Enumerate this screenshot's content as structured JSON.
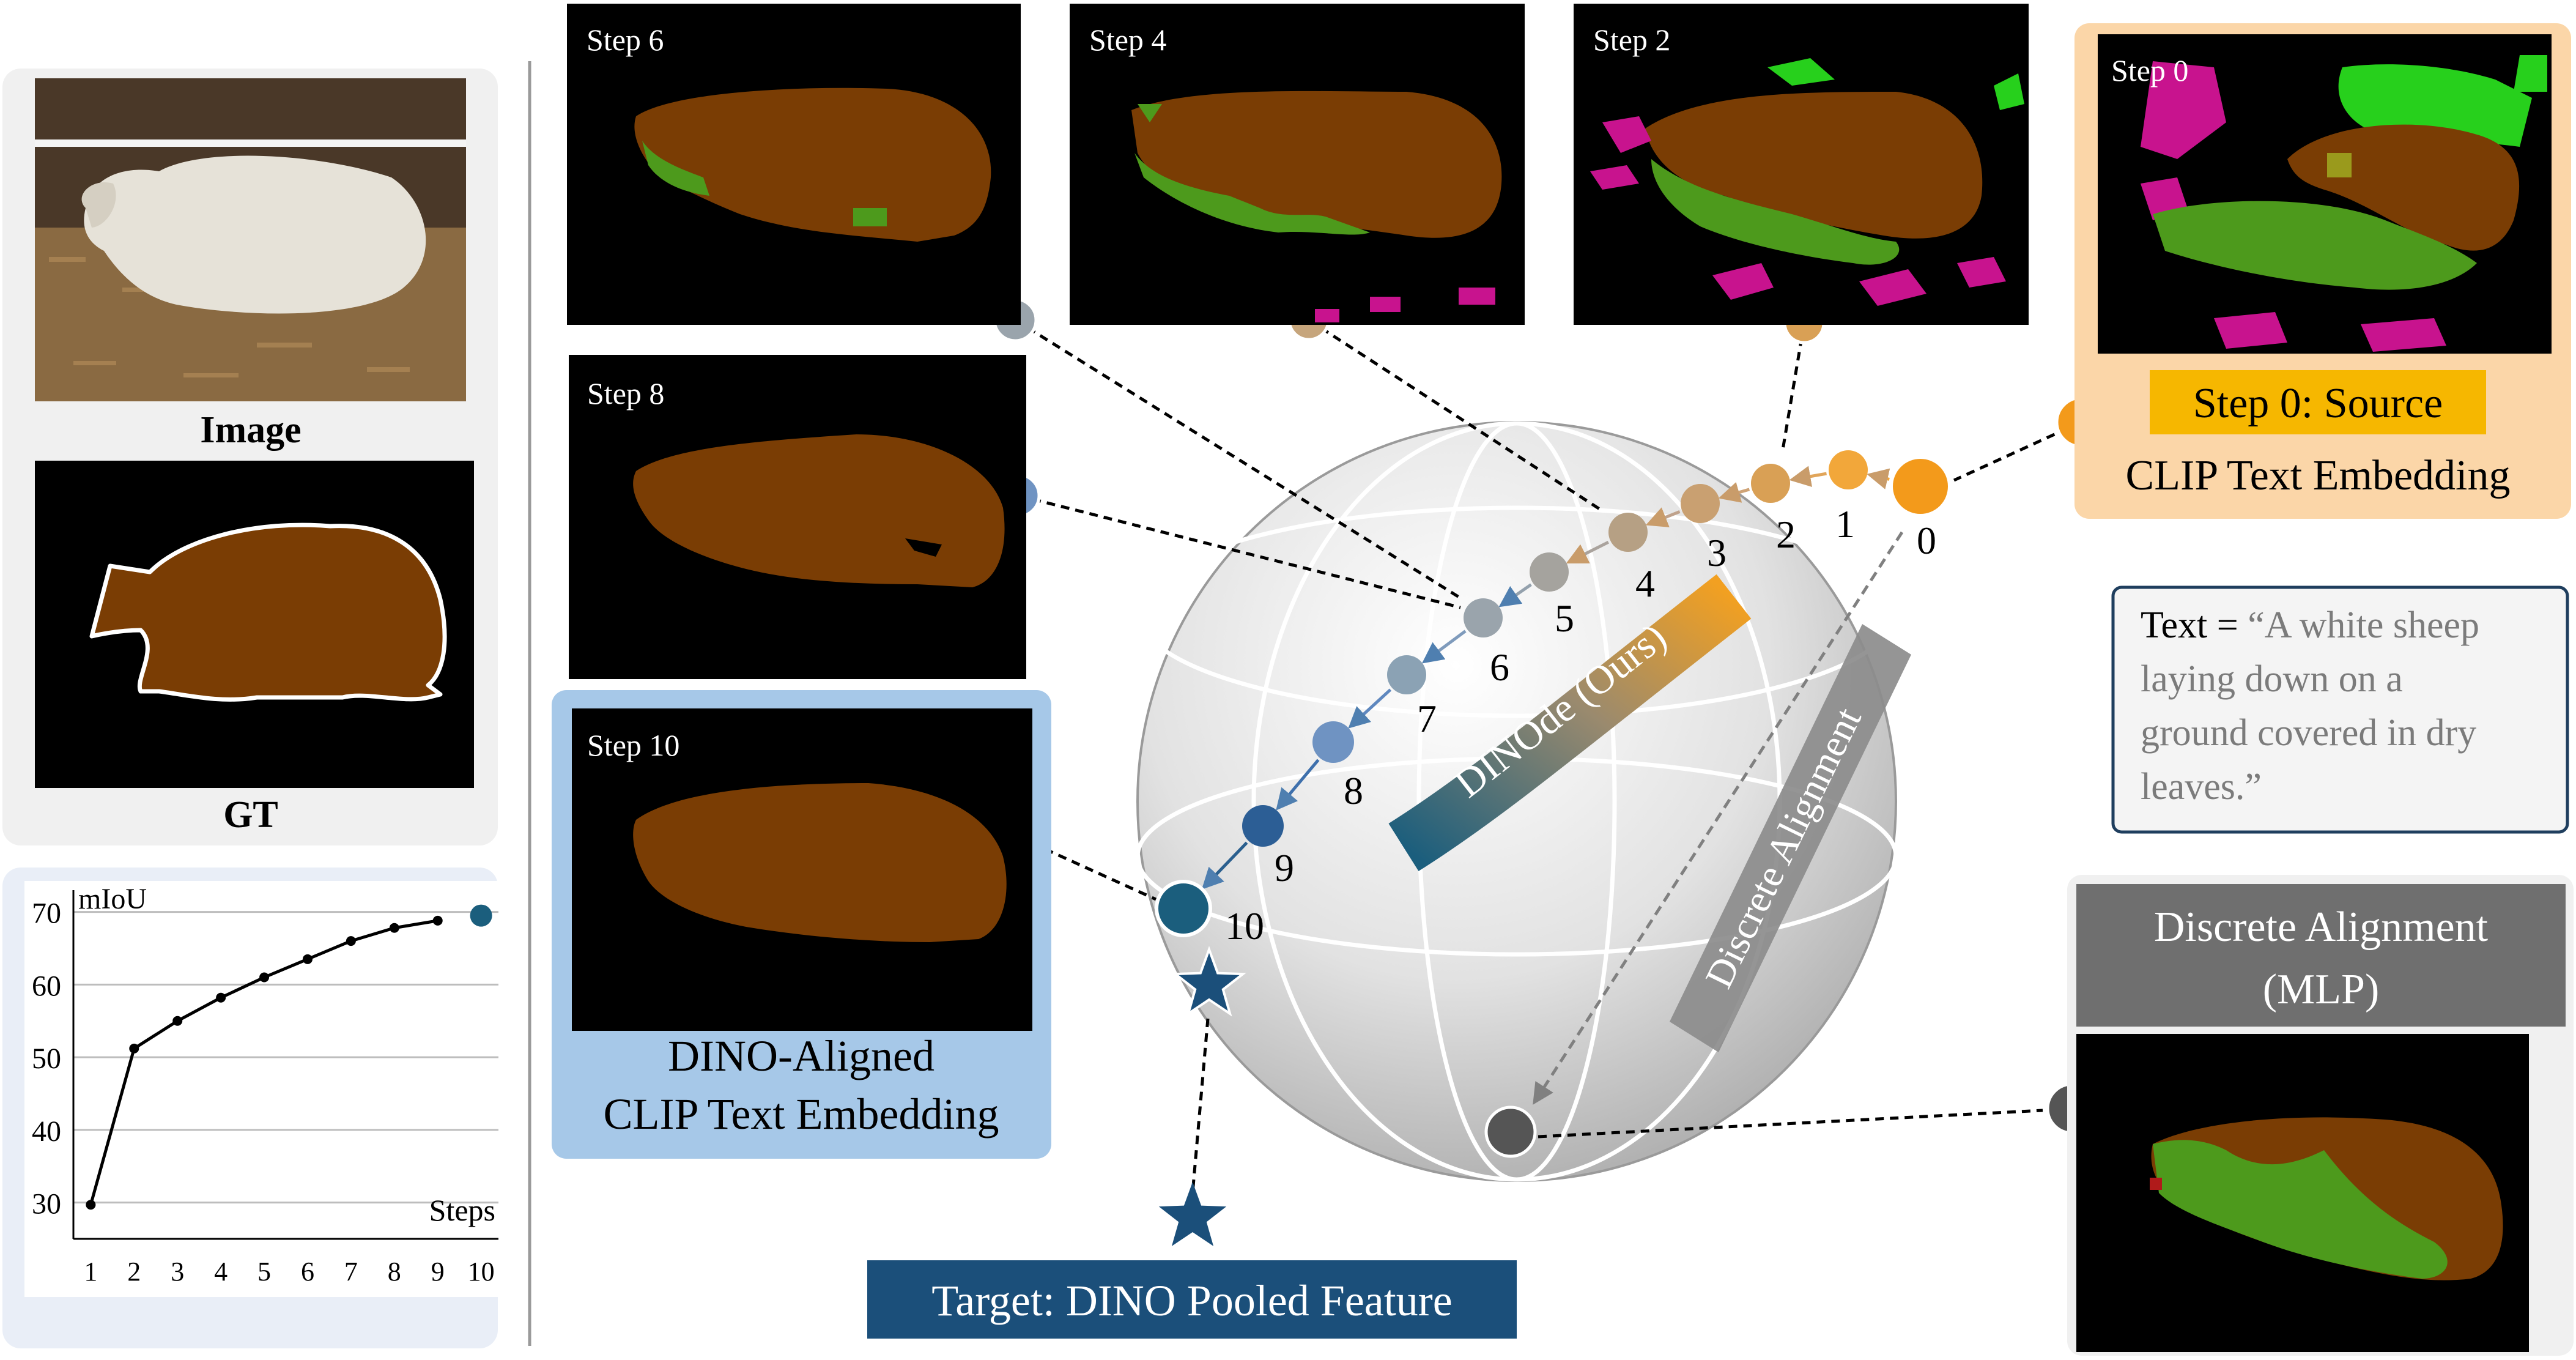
{
  "left_panel": {
    "image_caption": "Image",
    "gt_caption": "GT"
  },
  "chart_data": {
    "type": "line",
    "title": "",
    "ylabel": "mIoU",
    "xlabel": "Steps",
    "x": [
      1,
      2,
      3,
      4,
      5,
      6,
      7,
      8,
      9,
      10
    ],
    "values": [
      29.7,
      51.2,
      55.0,
      58.2,
      61.0,
      63.5,
      66.0,
      67.8,
      68.8,
      69.5
    ],
    "ylim": [
      25,
      73
    ],
    "yticks": [
      30,
      40,
      50,
      60,
      70
    ],
    "grid": true,
    "highlight_point": {
      "x": 10,
      "y": 69.5,
      "color": "#1b5e7d"
    }
  },
  "thumbnails": {
    "step6": "Step 6",
    "step4": "Step 4",
    "step2": "Step 2",
    "step0": "Step 0",
    "step8": "Step 8",
    "step10": "Step 10"
  },
  "labels": {
    "source_badge": "Step 0: Source",
    "source_sub": "CLIP Text Embedding",
    "text_prefix": "Text = ",
    "text_lines": [
      "“A white sheep",
      "laying down on a",
      "ground covered in dry",
      "leaves.”"
    ],
    "aligned_line1": "DINO-Aligned",
    "aligned_line2": "CLIP Text Embedding",
    "target": "Target: DINO Pooled Feature",
    "discrete_line1": "Discrete Alignment",
    "discrete_line2": "(MLP)",
    "dinode_band": "DINOde (Ours)",
    "discrete_band": "Discrete Alignment"
  },
  "trajectory": {
    "step_labels": [
      "0",
      "1",
      "2",
      "3",
      "4",
      "5",
      "6",
      "7",
      "8",
      "9",
      "10"
    ]
  },
  "colors": {
    "brown": "#7a3d04",
    "green": "#4d9a1c",
    "bright_green": "#27d01c",
    "magenta": "#c8138e",
    "orange": "#f39a1b",
    "navy": "#1b4f7a",
    "blue_panel": "#a6c8e8",
    "orange_panel": "#fbd6a8"
  }
}
